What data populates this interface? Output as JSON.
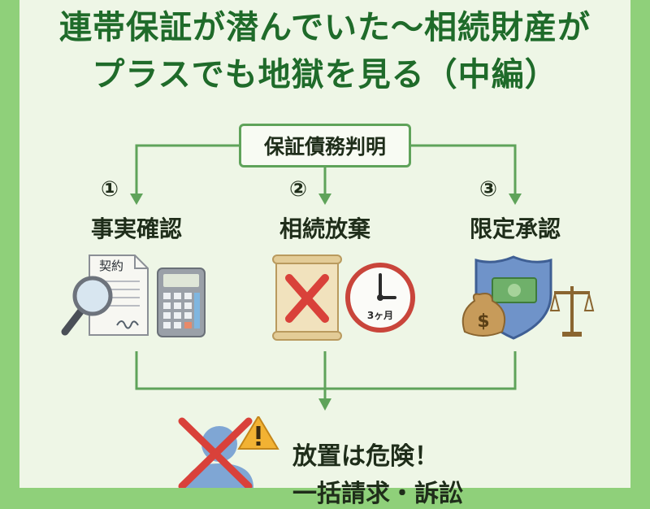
{
  "title": {
    "line1": "連帯保証が潜んでいた〜相続財産が",
    "line2": "プラスでも地獄を見る（中編）"
  },
  "diagram": {
    "head": "保証債務判明",
    "steps": [
      {
        "number": "①",
        "label": "事実確認"
      },
      {
        "number": "②",
        "label": "相続放棄"
      },
      {
        "number": "③",
        "label": "限定承認"
      }
    ],
    "contract_label": "契約",
    "clock_label": "3ヶ月",
    "warning": {
      "line1": "放置は危険！",
      "line2": "一括請求・訴訟"
    }
  },
  "colors": {
    "title": "#1f6b2a",
    "flow": "#5fa35a",
    "frame": "#8fd07a",
    "panel": "#eef6e6",
    "cross": "#d9413a"
  },
  "icons": [
    "magnifier-icon",
    "document-icon",
    "calculator-icon",
    "scroll-icon",
    "clock-icon",
    "shield-icon",
    "money-bag-icon",
    "scale-icon",
    "person-icon",
    "warning-icon",
    "cross-icon"
  ]
}
